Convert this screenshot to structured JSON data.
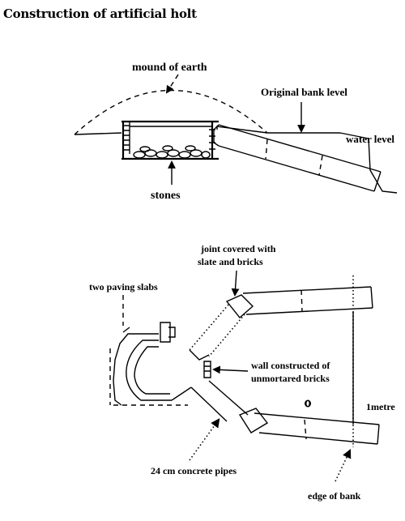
{
  "title": "Construction of artificial holt",
  "section_view": {
    "labels": {
      "mound": "mound of earth",
      "bank": "Original bank level",
      "water": "water level",
      "stones": "stones"
    }
  },
  "plan_view": {
    "labels": {
      "joint_line1": "joint covered with",
      "joint_line2": "slate and bricks",
      "slabs": "two paving slabs",
      "wall_line1": "wall constructed of",
      "wall_line2": "unmortared bricks",
      "scale": "1metre",
      "pipes": "24 cm concrete pipes",
      "edge": "edge of bank"
    }
  }
}
